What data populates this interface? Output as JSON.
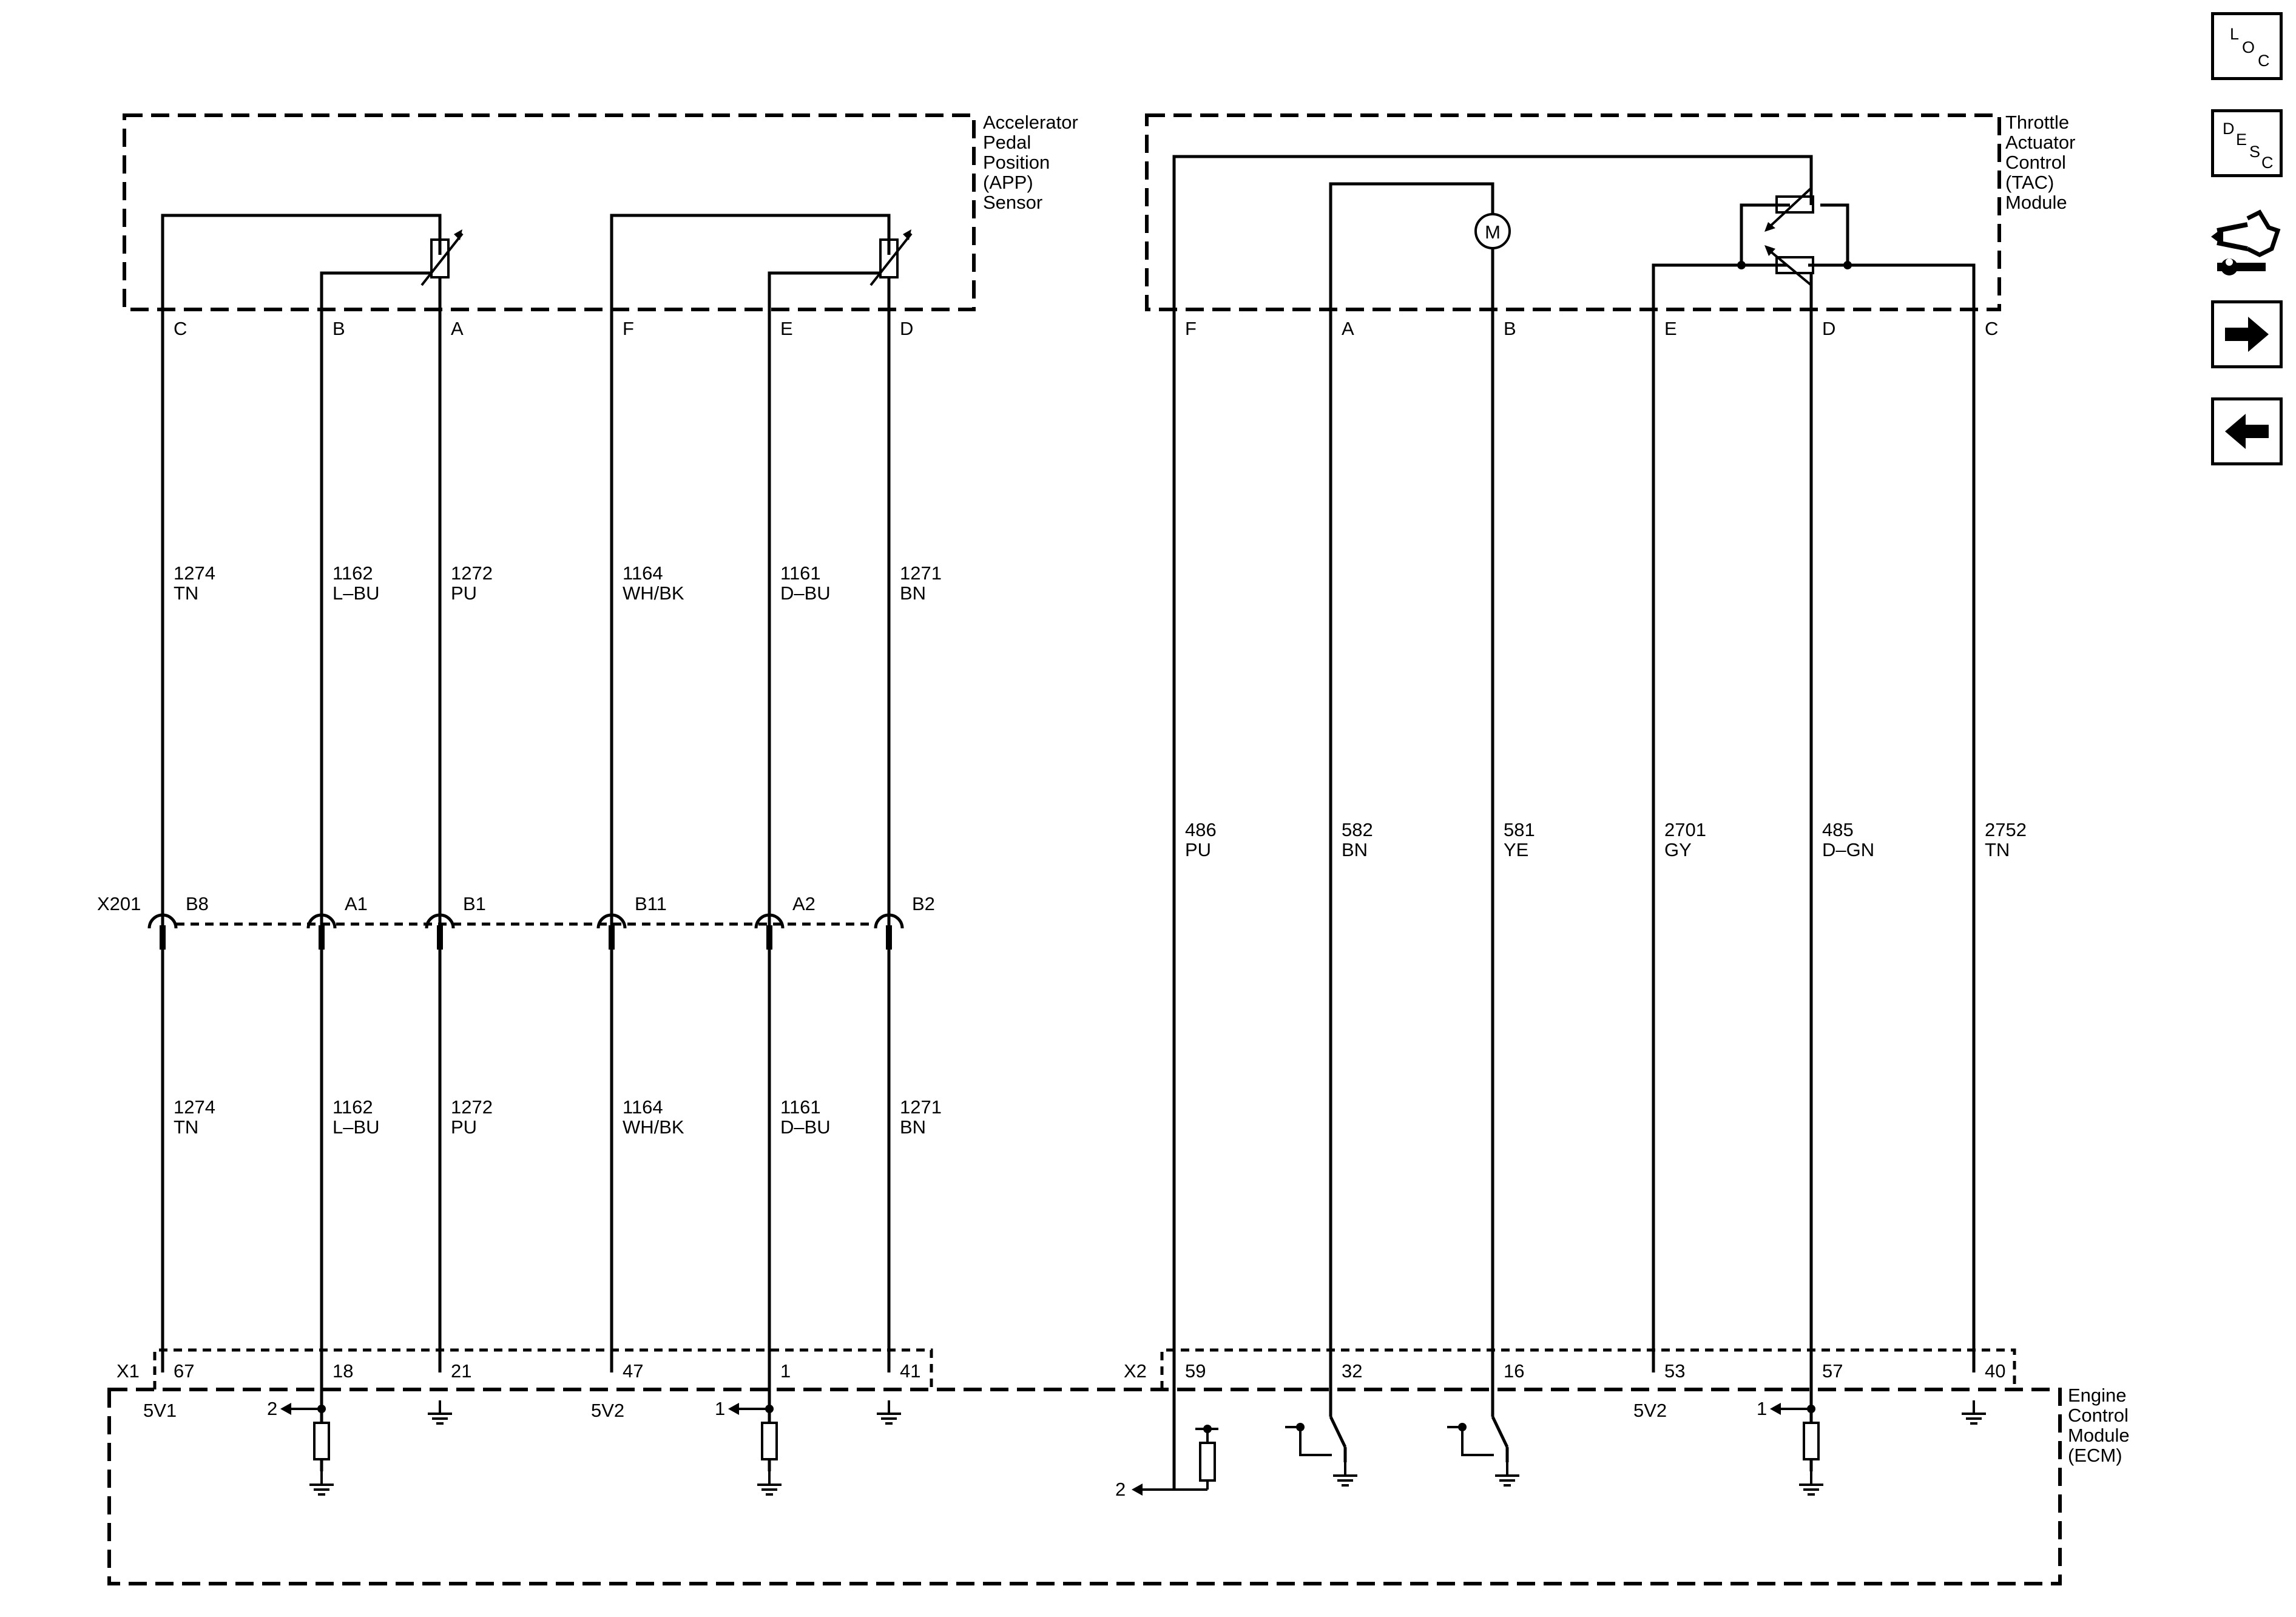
{
  "app_sensor": {
    "name_lines": [
      "Accelerator",
      "Pedal",
      "Position",
      "(APP)",
      "Sensor"
    ],
    "wires": [
      {
        "pin": "C",
        "circuit": "1274",
        "color": "TN",
        "inline_cavity": "B8",
        "ecm_pin": "67",
        "ecm_label": "5V1"
      },
      {
        "pin": "B",
        "circuit": "1162",
        "color": "L–BU",
        "inline_cavity": "A1",
        "ecm_pin": "18",
        "ecm_label": "2"
      },
      {
        "pin": "A",
        "circuit": "1272",
        "color": "PU",
        "inline_cavity": "B1",
        "ecm_pin": "21",
        "ecm_label": ""
      },
      {
        "pin": "F",
        "circuit": "1164",
        "color": "WH/BK",
        "inline_cavity": "B11",
        "ecm_pin": "47",
        "ecm_label": "5V2"
      },
      {
        "pin": "E",
        "circuit": "1161",
        "color": "D–BU",
        "inline_cavity": "A2",
        "ecm_pin": "1",
        "ecm_label": "1"
      },
      {
        "pin": "D",
        "circuit": "1271",
        "color": "BN",
        "inline_cavity": "B2",
        "ecm_pin": "41",
        "ecm_label": ""
      }
    ]
  },
  "tac_module": {
    "name_lines": [
      "Throttle",
      "Actuator",
      "Control",
      "(TAC)",
      "Module"
    ],
    "motor_label": "M",
    "wires": [
      {
        "pin": "F",
        "circuit": "486",
        "color": "PU",
        "ecm_pin": "59"
      },
      {
        "pin": "A",
        "circuit": "582",
        "color": "BN",
        "ecm_pin": "32"
      },
      {
        "pin": "B",
        "circuit": "581",
        "color": "YE",
        "ecm_pin": "16"
      },
      {
        "pin": "E",
        "circuit": "2701",
        "color": "GY",
        "ecm_pin": "53",
        "ecm_label": "5V2"
      },
      {
        "pin": "D",
        "circuit": "485",
        "color": "D–GN",
        "ecm_pin": "57",
        "ecm_label": "1"
      },
      {
        "pin": "C",
        "circuit": "2752",
        "color": "TN",
        "ecm_pin": "40"
      }
    ]
  },
  "inline_connector": "X201",
  "ecm": {
    "name_lines": [
      "Engine",
      "Control",
      "Module",
      "(ECM)"
    ],
    "connector_x1": "X1",
    "connector_x2": "X2",
    "tac_ref_label": "2"
  },
  "nav": {
    "loc": [
      "L",
      "O",
      "C"
    ],
    "desc": [
      "D",
      "E",
      "S",
      "C"
    ],
    "icons": [
      "connector-wrench-icon",
      "arrow-right-icon",
      "arrow-left-icon"
    ]
  }
}
